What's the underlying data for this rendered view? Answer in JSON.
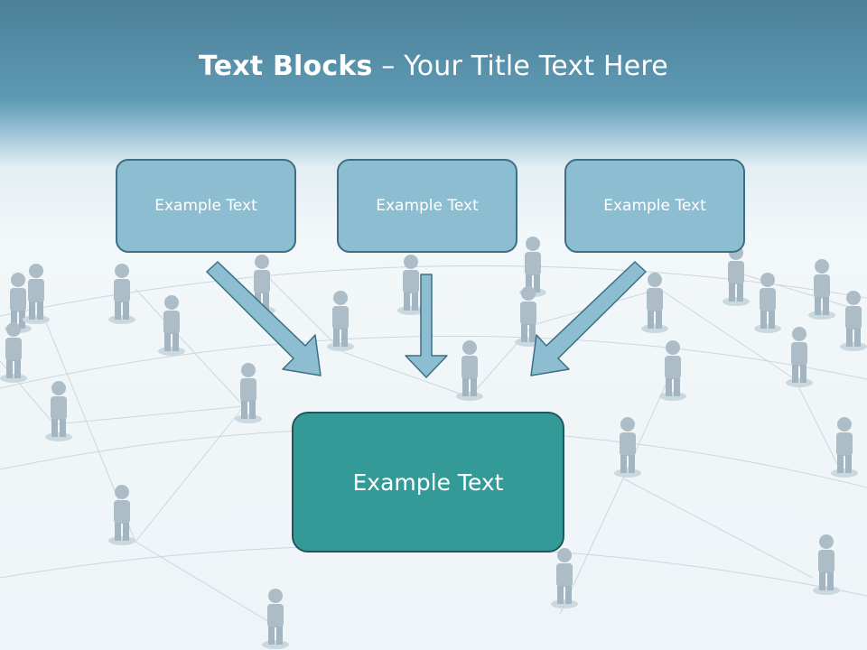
{
  "title": {
    "bold": "Text Blocks",
    "rest": " – Your Title Text Here"
  },
  "boxes": {
    "left": "Example Text",
    "center": "Example Text",
    "right": "Example Text",
    "main": "Example Text"
  },
  "colors": {
    "header": "#5f9ab4",
    "small_box_fill": "#8dbdd1",
    "small_box_border": "#3c6f86",
    "main_box_fill": "#349a98",
    "main_box_border": "#24555d",
    "arrow_fill": "#8dbdd1"
  }
}
